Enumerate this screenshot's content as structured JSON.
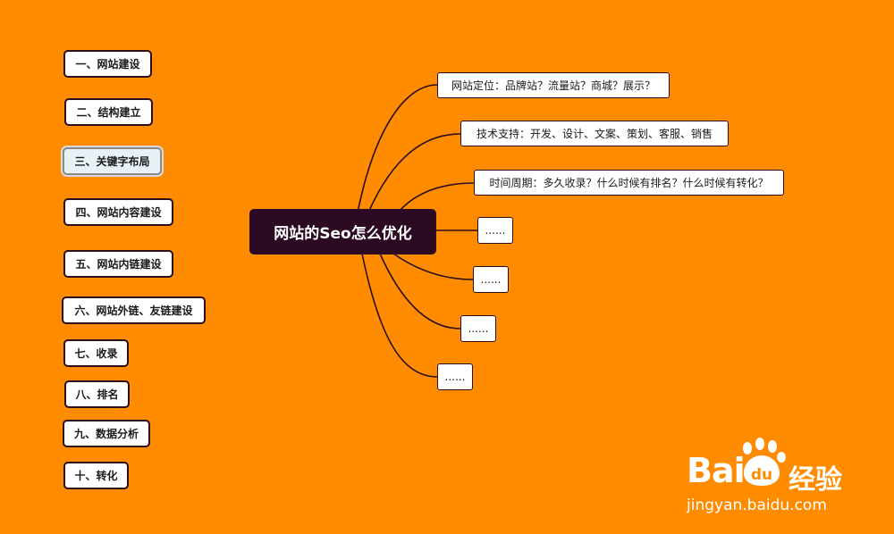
{
  "outline": [
    "一、网站建设",
    "二、结构建立",
    "三、关键字布局",
    "四、网站内容建设",
    "五、网站内链建设",
    "六、网站外链、友链建设",
    "七、收录",
    "八、排名",
    "九、数据分析",
    "十、转化"
  ],
  "selected_outline_index": 2,
  "central_topic": "网站的Seo怎么优化",
  "branches": [
    "网站定位：品牌站？流量站？商城？展示？",
    "技术支持：开发、设计、文案、策划、客服、销售",
    "时间周期：多久收录？什么时候有排名？什么时候有转化？",
    "......",
    "......",
    "......",
    "......"
  ],
  "watermark": {
    "brand": "Bai",
    "brand_suffix": "du",
    "product": "经验",
    "url": "jingyan.baidu.com"
  },
  "colors": {
    "background": "#ff8c00",
    "central_fill": "#2b0a22",
    "node_border": "#2b0d1e",
    "connector": "#2b0d1e",
    "selected_fill": "#e8f1f6"
  }
}
